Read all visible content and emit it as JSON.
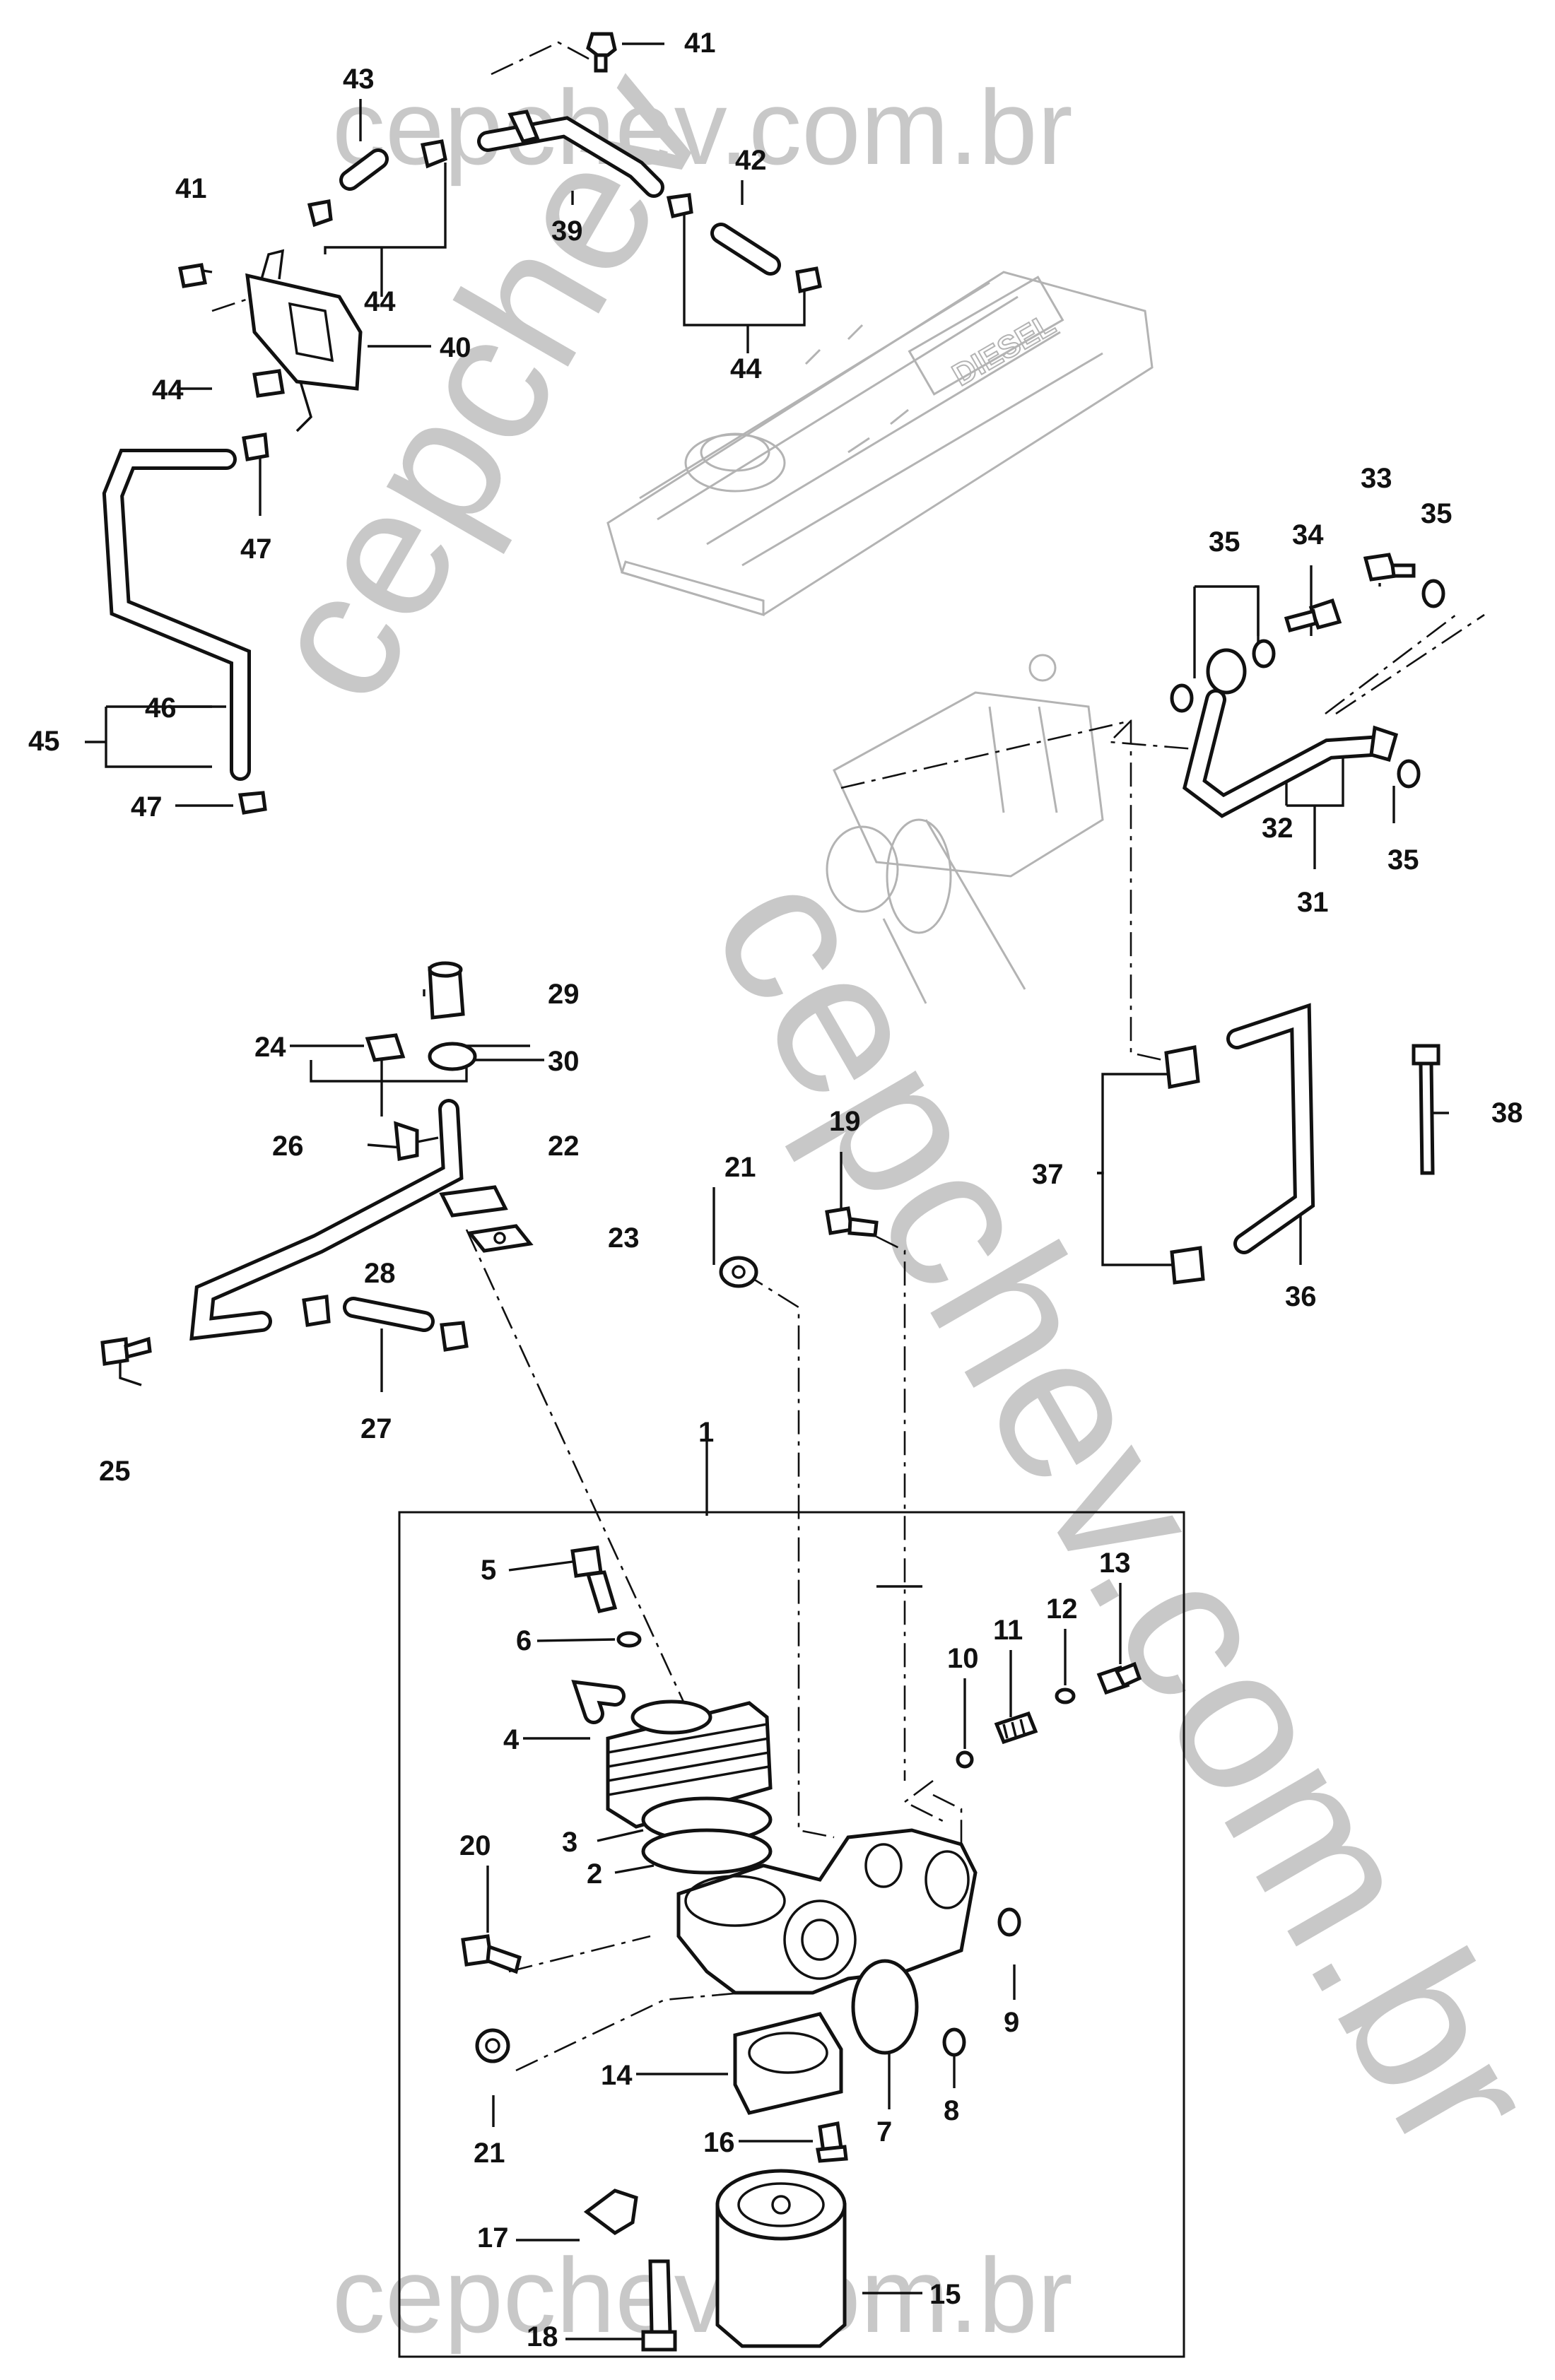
{
  "watermark": {
    "top": "cepchev.com.br",
    "diagonal_left": "cepchev",
    "diagonal_center": "cepchev.com.br",
    "bottom": "cepchev.com.br",
    "color": "#c8c8c8"
  },
  "labels": {
    "l1": "1",
    "l2": "2",
    "l3": "3",
    "l4": "4",
    "l5": "5",
    "l6": "6",
    "l7": "7",
    "l8": "8",
    "l9": "9",
    "l10": "10",
    "l11": "11",
    "l12": "12",
    "l13": "13",
    "l14": "14",
    "l15": "15",
    "l16": "16",
    "l17": "17",
    "l18": "18",
    "l19": "19",
    "l20": "20",
    "l21a": "21",
    "l21b": "21",
    "l22": "22",
    "l23": "23",
    "l24": "24",
    "l25": "25",
    "l26": "26",
    "l27": "27",
    "l28": "28",
    "l29": "29",
    "l30": "30",
    "l31": "31",
    "l32": "32",
    "l33": "33",
    "l34": "34",
    "l35a": "35",
    "l35b": "35",
    "l35c": "35",
    "l36": "36",
    "l37": "37",
    "l38": "38",
    "l39": "39",
    "l40": "40",
    "l41a": "41",
    "l41b": "41",
    "l42": "42",
    "l43": "43",
    "l44a": "44",
    "l44b": "44",
    "l44c": "44",
    "l45": "45",
    "l46": "46",
    "l47a": "47",
    "l47b": "47"
  },
  "cover_text": "DIESEL"
}
